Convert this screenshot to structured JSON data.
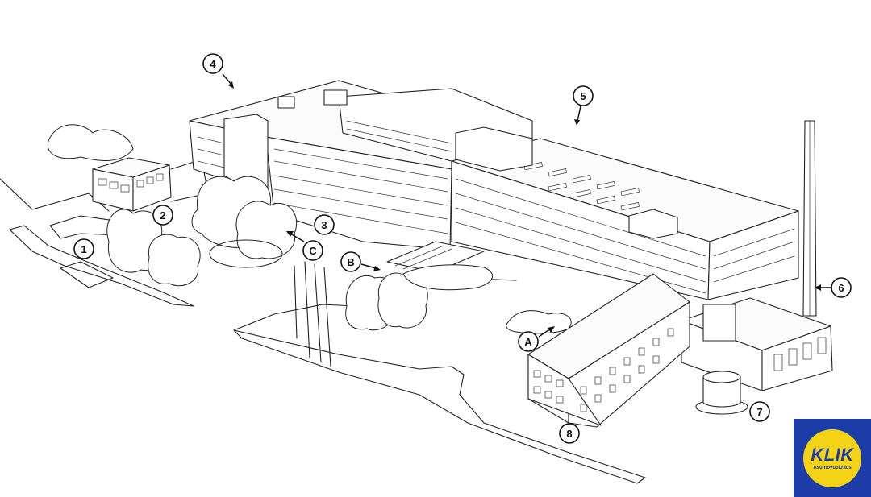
{
  "diagram": {
    "callouts": [
      {
        "id": "c1",
        "label": "1"
      },
      {
        "id": "c2",
        "label": "2"
      },
      {
        "id": "c3",
        "label": "3"
      },
      {
        "id": "c4",
        "label": "4"
      },
      {
        "id": "c5",
        "label": "5"
      },
      {
        "id": "c6",
        "label": "6"
      },
      {
        "id": "c7",
        "label": "7"
      },
      {
        "id": "c8",
        "label": "8"
      },
      {
        "id": "cA",
        "label": "A"
      },
      {
        "id": "cB",
        "label": "B"
      },
      {
        "id": "cC",
        "label": "C"
      }
    ]
  },
  "logo": {
    "mark": "KLIK",
    "subtitle": "Asuntovuokraus",
    "colors": {
      "background": "#1c3da8",
      "badge": "#f4d215",
      "text": "#1c3da8"
    }
  }
}
